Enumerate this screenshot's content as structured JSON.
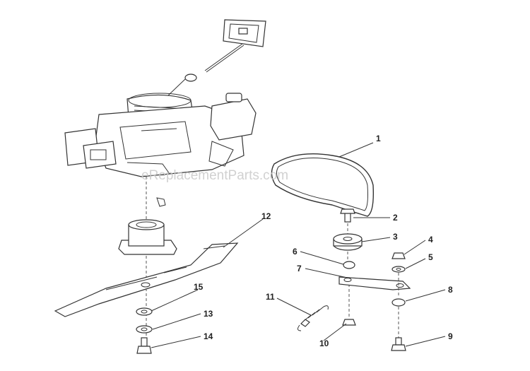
{
  "watermark": "eReplacementParts.com",
  "callouts": [
    {
      "id": "1",
      "text": "1"
    },
    {
      "id": "2",
      "text": "2"
    },
    {
      "id": "3",
      "text": "3"
    },
    {
      "id": "4",
      "text": "4"
    },
    {
      "id": "5",
      "text": "5"
    },
    {
      "id": "6",
      "text": "6"
    },
    {
      "id": "7",
      "text": "7"
    },
    {
      "id": "8",
      "text": "8"
    },
    {
      "id": "9",
      "text": "9"
    },
    {
      "id": "10",
      "text": "10"
    },
    {
      "id": "11",
      "text": "11"
    },
    {
      "id": "12",
      "text": "12"
    },
    {
      "id": "13",
      "text": "13"
    },
    {
      "id": "14",
      "text": "14"
    },
    {
      "id": "15",
      "text": "15"
    }
  ]
}
